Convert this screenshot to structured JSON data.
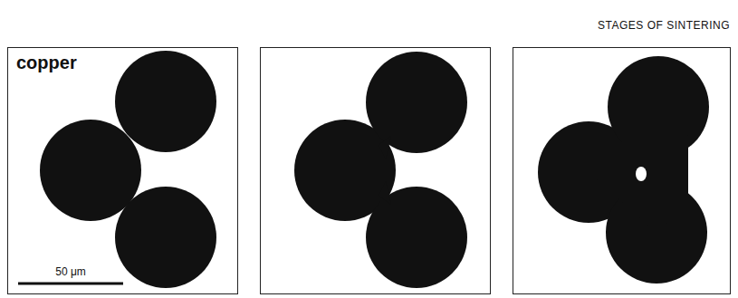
{
  "diagram": {
    "title": "STAGES OF SINTERING",
    "labels": [
      "copper",
      "50 μm"
    ]
  }
}
